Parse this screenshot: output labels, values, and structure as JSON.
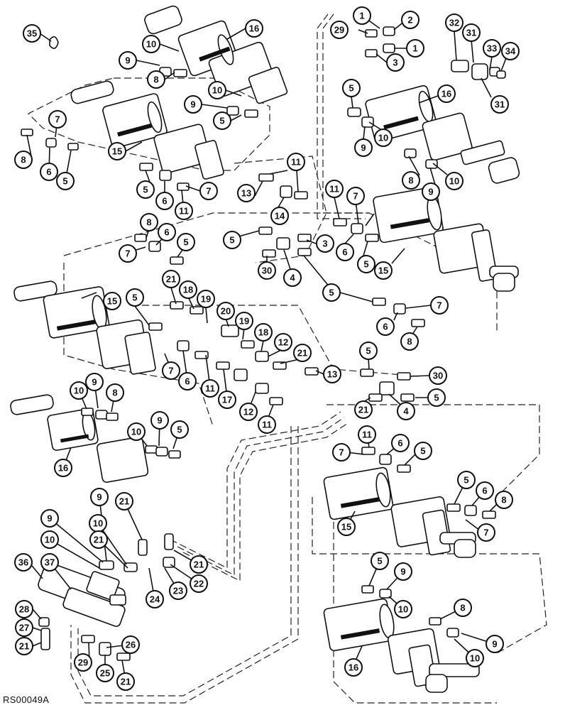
{
  "document": {
    "code": "RS00049A"
  },
  "callouts": [
    {
      "id": "c1",
      "label": "35"
    },
    {
      "id": "c2",
      "label": "16"
    },
    {
      "id": "c3",
      "label": "10"
    },
    {
      "id": "c4",
      "label": "9"
    },
    {
      "id": "c5",
      "label": "8"
    },
    {
      "id": "c6",
      "label": "10"
    },
    {
      "id": "c7",
      "label": "9"
    },
    {
      "id": "c8",
      "label": "5"
    },
    {
      "id": "c9",
      "label": "7"
    },
    {
      "id": "c10",
      "label": "8"
    },
    {
      "id": "c11",
      "label": "6"
    },
    {
      "id": "c12",
      "label": "5"
    },
    {
      "id": "c13",
      "label": "15"
    },
    {
      "id": "c14",
      "label": "5"
    },
    {
      "id": "c15",
      "label": "6"
    },
    {
      "id": "c16",
      "label": "7"
    },
    {
      "id": "c17",
      "label": "11"
    },
    {
      "id": "c18",
      "label": "29"
    },
    {
      "id": "c19",
      "label": "1"
    },
    {
      "id": "c20",
      "label": "2"
    },
    {
      "id": "c21",
      "label": "1"
    },
    {
      "id": "c22",
      "label": "3"
    },
    {
      "id": "c23",
      "label": "32"
    },
    {
      "id": "c24",
      "label": "31"
    },
    {
      "id": "c25",
      "label": "33"
    },
    {
      "id": "c26",
      "label": "34"
    },
    {
      "id": "c27",
      "label": "31"
    },
    {
      "id": "c28",
      "label": "5"
    },
    {
      "id": "c29",
      "label": "16"
    },
    {
      "id": "c30",
      "label": "10"
    },
    {
      "id": "c31",
      "label": "9"
    },
    {
      "id": "c32",
      "label": "8"
    },
    {
      "id": "c33",
      "label": "9"
    },
    {
      "id": "c34",
      "label": "10"
    },
    {
      "id": "c35",
      "label": "11"
    },
    {
      "id": "c36",
      "label": "13"
    },
    {
      "id": "c37",
      "label": "14"
    },
    {
      "id": "c38",
      "label": "11"
    },
    {
      "id": "c39",
      "label": "7"
    },
    {
      "id": "c40",
      "label": "8"
    },
    {
      "id": "c41",
      "label": "6"
    },
    {
      "id": "c42",
      "label": "5"
    },
    {
      "id": "c43",
      "label": "5"
    },
    {
      "id": "c44",
      "label": "3"
    },
    {
      "id": "c45",
      "label": "6"
    },
    {
      "id": "c46",
      "label": "5"
    },
    {
      "id": "c47",
      "label": "7"
    },
    {
      "id": "c48",
      "label": "30"
    },
    {
      "id": "c49",
      "label": "4"
    },
    {
      "id": "c50",
      "label": "15"
    },
    {
      "id": "c51",
      "label": "5"
    },
    {
      "id": "c52",
      "label": "15"
    },
    {
      "id": "c53",
      "label": "5"
    },
    {
      "id": "c54",
      "label": "21"
    },
    {
      "id": "c55",
      "label": "18"
    },
    {
      "id": "c56",
      "label": "19"
    },
    {
      "id": "c57",
      "label": "20"
    },
    {
      "id": "c58",
      "label": "19"
    },
    {
      "id": "c59",
      "label": "18"
    },
    {
      "id": "c60",
      "label": "12"
    },
    {
      "id": "c61",
      "label": "21"
    },
    {
      "id": "c62",
      "label": "7"
    },
    {
      "id": "c63",
      "label": "6"
    },
    {
      "id": "c64",
      "label": "8"
    },
    {
      "id": "c65",
      "label": "7"
    },
    {
      "id": "c66",
      "label": "6"
    },
    {
      "id": "c67",
      "label": "11"
    },
    {
      "id": "c68",
      "label": "17"
    },
    {
      "id": "c69",
      "label": "12"
    },
    {
      "id": "c70",
      "label": "11"
    },
    {
      "id": "c71",
      "label": "13"
    },
    {
      "id": "c72",
      "label": "5"
    },
    {
      "id": "c73",
      "label": "30"
    },
    {
      "id": "c74",
      "label": "5"
    },
    {
      "id": "c75",
      "label": "4"
    },
    {
      "id": "c76",
      "label": "21"
    },
    {
      "id": "c77",
      "label": "10"
    },
    {
      "id": "c78",
      "label": "9"
    },
    {
      "id": "c79",
      "label": "8"
    },
    {
      "id": "c80",
      "label": "10"
    },
    {
      "id": "c81",
      "label": "9"
    },
    {
      "id": "c82",
      "label": "5"
    },
    {
      "id": "c83",
      "label": "16"
    },
    {
      "id": "c84",
      "label": "11"
    },
    {
      "id": "c85",
      "label": "6"
    },
    {
      "id": "c86",
      "label": "5"
    },
    {
      "id": "c87",
      "label": "7"
    },
    {
      "id": "c88",
      "label": "5"
    },
    {
      "id": "c89",
      "label": "6"
    },
    {
      "id": "c90",
      "label": "8"
    },
    {
      "id": "c91",
      "label": "15"
    },
    {
      "id": "c92",
      "label": "7"
    },
    {
      "id": "c93",
      "label": "9"
    },
    {
      "id": "c94",
      "label": "21"
    },
    {
      "id": "c95",
      "label": "9"
    },
    {
      "id": "c96",
      "label": "10"
    },
    {
      "id": "c97",
      "label": "10"
    },
    {
      "id": "c98",
      "label": "21"
    },
    {
      "id": "c99",
      "label": "36"
    },
    {
      "id": "c100",
      "label": "37"
    },
    {
      "id": "c101",
      "label": "21"
    },
    {
      "id": "c102",
      "label": "22"
    },
    {
      "id": "c103",
      "label": "23"
    },
    {
      "id": "c104",
      "label": "24"
    },
    {
      "id": "c105",
      "label": "5"
    },
    {
      "id": "c106",
      "label": "9"
    },
    {
      "id": "c107",
      "label": "10"
    },
    {
      "id": "c108",
      "label": "8"
    },
    {
      "id": "c109",
      "label": "9"
    },
    {
      "id": "c110",
      "label": "10"
    },
    {
      "id": "c111",
      "label": "16"
    },
    {
      "id": "c112",
      "label": "28"
    },
    {
      "id": "c113",
      "label": "27"
    },
    {
      "id": "c114",
      "label": "21"
    },
    {
      "id": "c115",
      "label": "26"
    },
    {
      "id": "c116",
      "label": "29"
    },
    {
      "id": "c117",
      "label": "25"
    },
    {
      "id": "c118",
      "label": "21"
    }
  ]
}
